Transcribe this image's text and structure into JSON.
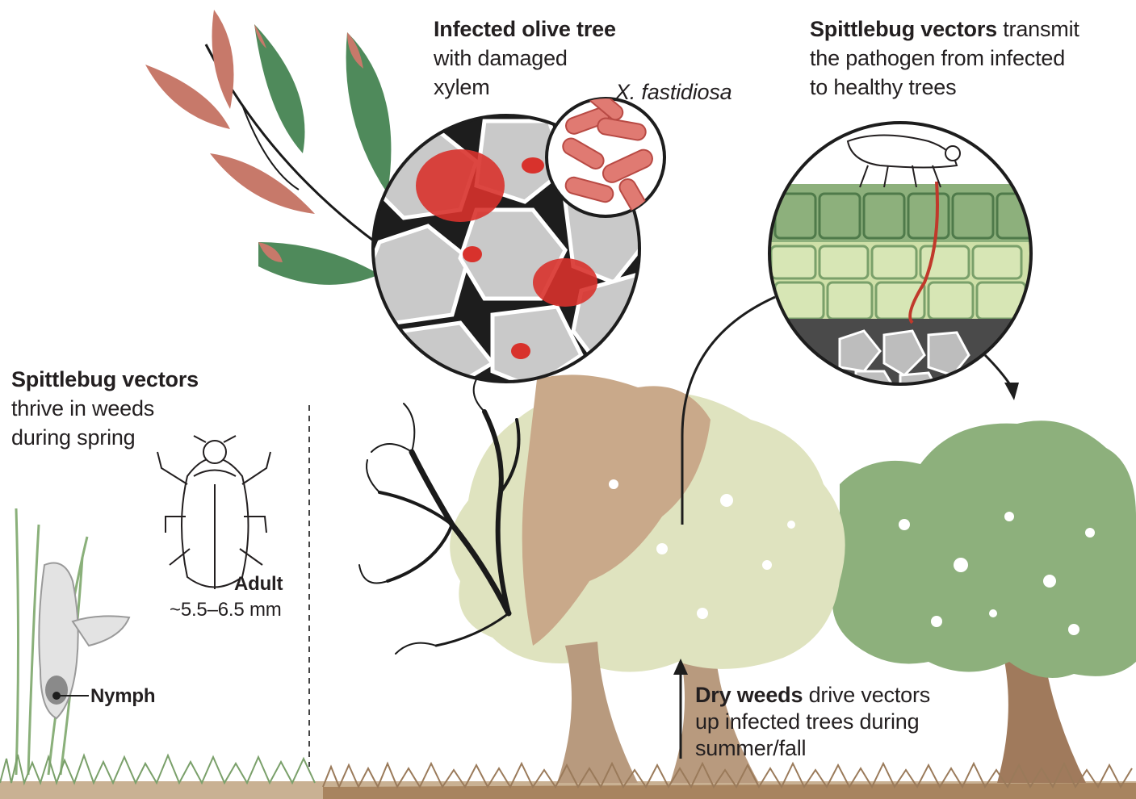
{
  "labels": {
    "olive_title": "Infected olive tree",
    "olive_rest_1": "with damaged",
    "olive_rest_2": "xylem",
    "bacterium": "X. fastidiosa",
    "transmit_bold": "Spittlebug vectors",
    "transmit_rest_1": " transmit",
    "transmit_rest_2": "the pathogen from infected",
    "transmit_rest_3": "to healthy trees",
    "weeds_bold": "Spittlebug vectors",
    "weeds_rest_1": "thrive in weeds",
    "weeds_rest_2": "during spring",
    "adult": "Adult",
    "adult_size": "~5.5–6.5 mm",
    "nymph": "Nymph",
    "dry_bold": "Dry weeds",
    "dry_rest_1": " drive vectors",
    "dry_rest_2": "up infected trees during",
    "dry_rest_3": "summer/fall"
  },
  "colors": {
    "leaf_green": "#4f8a5b",
    "leaf_scorched": "#c7796a",
    "dead_tree": "#b89a7e",
    "infected_canopy": "#dfe3bf",
    "healthy_tree": "#8db07c",
    "bacteria_red": "#d8322c",
    "ground_brown": "#a8845f",
    "text": "#231f20"
  }
}
